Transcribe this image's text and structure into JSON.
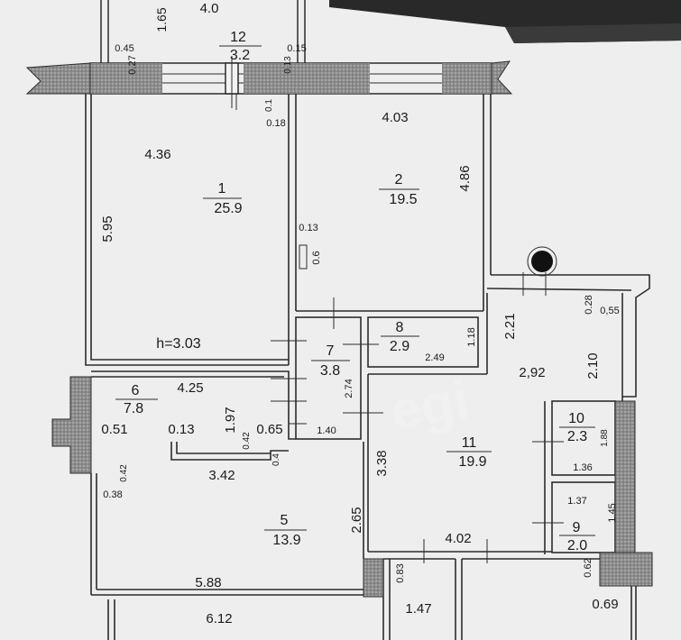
{
  "rooms": [
    {
      "num": "1",
      "area": "25.9"
    },
    {
      "num": "2",
      "area": "19.5"
    },
    {
      "num": "5",
      "area": "13.9"
    },
    {
      "num": "6",
      "area": "7.8"
    },
    {
      "num": "7",
      "area": "3.8"
    },
    {
      "num": "8",
      "area": "2.9"
    },
    {
      "num": "9",
      "area": "2.0"
    },
    {
      "num": "10",
      "area": "2.3"
    },
    {
      "num": "11",
      "area": "19.9"
    },
    {
      "num": "12",
      "area": "3.2"
    }
  ],
  "ceiling_height": "h=3.03",
  "dimensions": [
    "4.0",
    "1.65",
    "0.45",
    "0.27",
    "0.15",
    "0.13",
    "0.1",
    "0.18",
    "4.36",
    "5.95",
    "4.03",
    "4.86",
    "0.13",
    "0.6",
    "2.21",
    "0.28",
    "0,55",
    "2.10",
    "2,92",
    "1.18",
    "2.49",
    "2.74",
    "1.40",
    "4.25",
    "0.51",
    "0.13",
    "1.97",
    "0.42",
    "0.65",
    "0.4",
    "3.42",
    "0.42",
    "0.38",
    "2.65",
    "3.38",
    "1.88",
    "1.36",
    "1.37",
    "1.45",
    "4.02",
    "0.83",
    "0.62",
    "5.88",
    "6.12",
    "1.47",
    "0.69"
  ],
  "colors": {
    "wall": "#7f7f80",
    "hatch": "#9a9a9a",
    "line": "#2c2c2c",
    "paper": "#eeeeef"
  }
}
